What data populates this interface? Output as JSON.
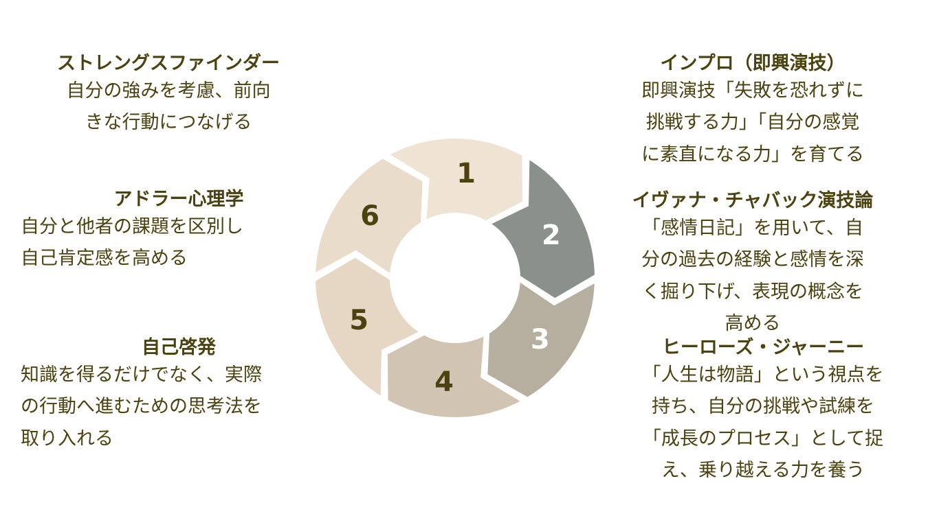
{
  "blocks": [
    {
      "id": "b1",
      "title": "ストレングスファインダー",
      "desc": "自分の強みを考慮、前向\nきな行動につなげる"
    },
    {
      "id": "b2",
      "title": "インプロ（即興演技）",
      "desc": "即興演技「失敗を恐れずに\n挑戦する力」「自分の感覚\nに素直になる力」を育てる"
    },
    {
      "id": "b3",
      "title": "アドラー心理学",
      "desc": "自分と他者の課題を区別し\n自己肯定感を高める"
    },
    {
      "id": "b4",
      "title": "イヴァナ・チャバック演技論",
      "desc": "「感情日記」を用いて、自\n分の過去の経験と感情を深\nく掘り下げ、表現の概念を\n高める"
    },
    {
      "id": "b5",
      "title": "自己啓発",
      "desc": "知識を得るだけでなく、実際\nの行動へ進むための思考法を\n取り入れる"
    },
    {
      "id": "b6",
      "title": "ヒーローズ・ジャーニー",
      "desc": "「人生は物語」という視点を\n持ち、自分の挑戦や試練を\n「成長のプロセス」として捉\nえ、乗り越える力を養う"
    }
  ],
  "cycle": {
    "segments": [
      {
        "label": "1",
        "fill": "#efe3d3",
        "text_color": "#4b4210"
      },
      {
        "label": "2",
        "fill": "#8a918c",
        "text_color": "#ffffff"
      },
      {
        "label": "3",
        "fill": "#b6afa0",
        "text_color": "#ffffff"
      },
      {
        "label": "4",
        "fill": "#d2c4b2",
        "text_color": "#4b4210"
      },
      {
        "label": "5",
        "fill": "#e6d6c4",
        "text_color": "#4b4210"
      },
      {
        "label": "6",
        "fill": "#e9dccb",
        "text_color": "#4b4210"
      }
    ]
  }
}
